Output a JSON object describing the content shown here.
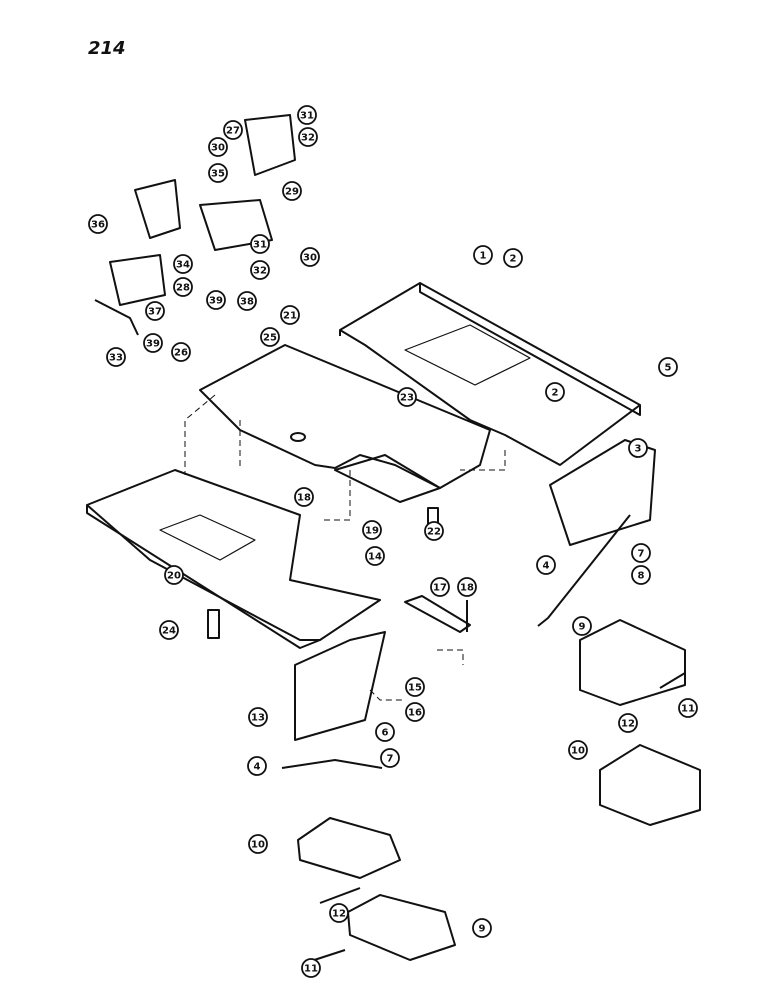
{
  "page_number": "214",
  "callouts": [
    "1",
    "2",
    "2",
    "3",
    "4",
    "4",
    "5",
    "6",
    "7",
    "7",
    "8",
    "9",
    "9",
    "10",
    "10",
    "11",
    "11",
    "12",
    "12",
    "13",
    "14",
    "15",
    "16",
    "17",
    "18",
    "18",
    "19",
    "20",
    "21",
    "22",
    "23",
    "24",
    "25",
    "26",
    "27",
    "28",
    "29",
    "30",
    "30",
    "31",
    "31",
    "32",
    "32",
    "33",
    "34",
    "35",
    "36",
    "37",
    "38",
    "39",
    "39"
  ]
}
